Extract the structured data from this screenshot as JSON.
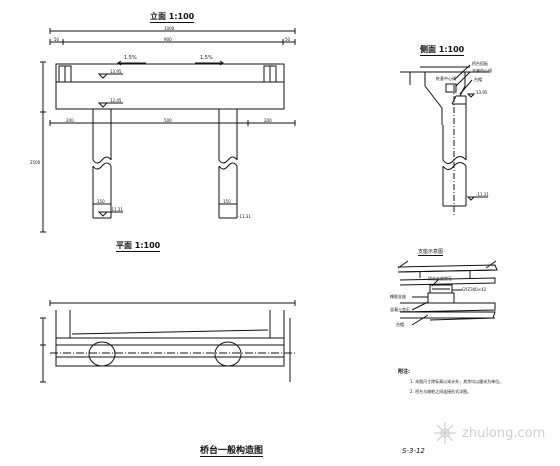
{
  "elevation": {
    "title": "立面 1:100",
    "overall_width": "1000",
    "top_dims": [
      "50",
      "900",
      "50"
    ],
    "slope_left": "1.5%",
    "slope_right": "1.5%",
    "elev_top": "13.95",
    "elev_cap": "12.45",
    "mid_dims": [
      "200",
      "500",
      "200"
    ],
    "height_dim": "2500",
    "bottom_dims": [
      "150",
      "150"
    ],
    "elev_bottom_left": "-11.31",
    "elev_bottom_right": "-11.31"
  },
  "side": {
    "title": "侧面 1:100",
    "elev_top": "13.95",
    "elev_bottom": "-11.31",
    "notes": [
      "桥台搭板",
      "支座中心线",
      "台帽",
      "桩基中心线"
    ]
  },
  "plan": {
    "title": "平面 1:100"
  },
  "bearing": {
    "title": "支座示意图",
    "labels": [
      "桥台支座垫石",
      "橡胶支座",
      "GYZ300×42",
      "混凝土垫石",
      "台帽"
    ]
  },
  "notes": {
    "heading": "附注:",
    "items": [
      "1. 本图尺寸除标高以米计外，其余均以厘米为单位。",
      "2. 桥台与墩桩之间连接形式详图。"
    ]
  },
  "drawing_title": "桥台一般构造图",
  "sheet_no": "S-3-12",
  "watermark": "zhulong.com"
}
